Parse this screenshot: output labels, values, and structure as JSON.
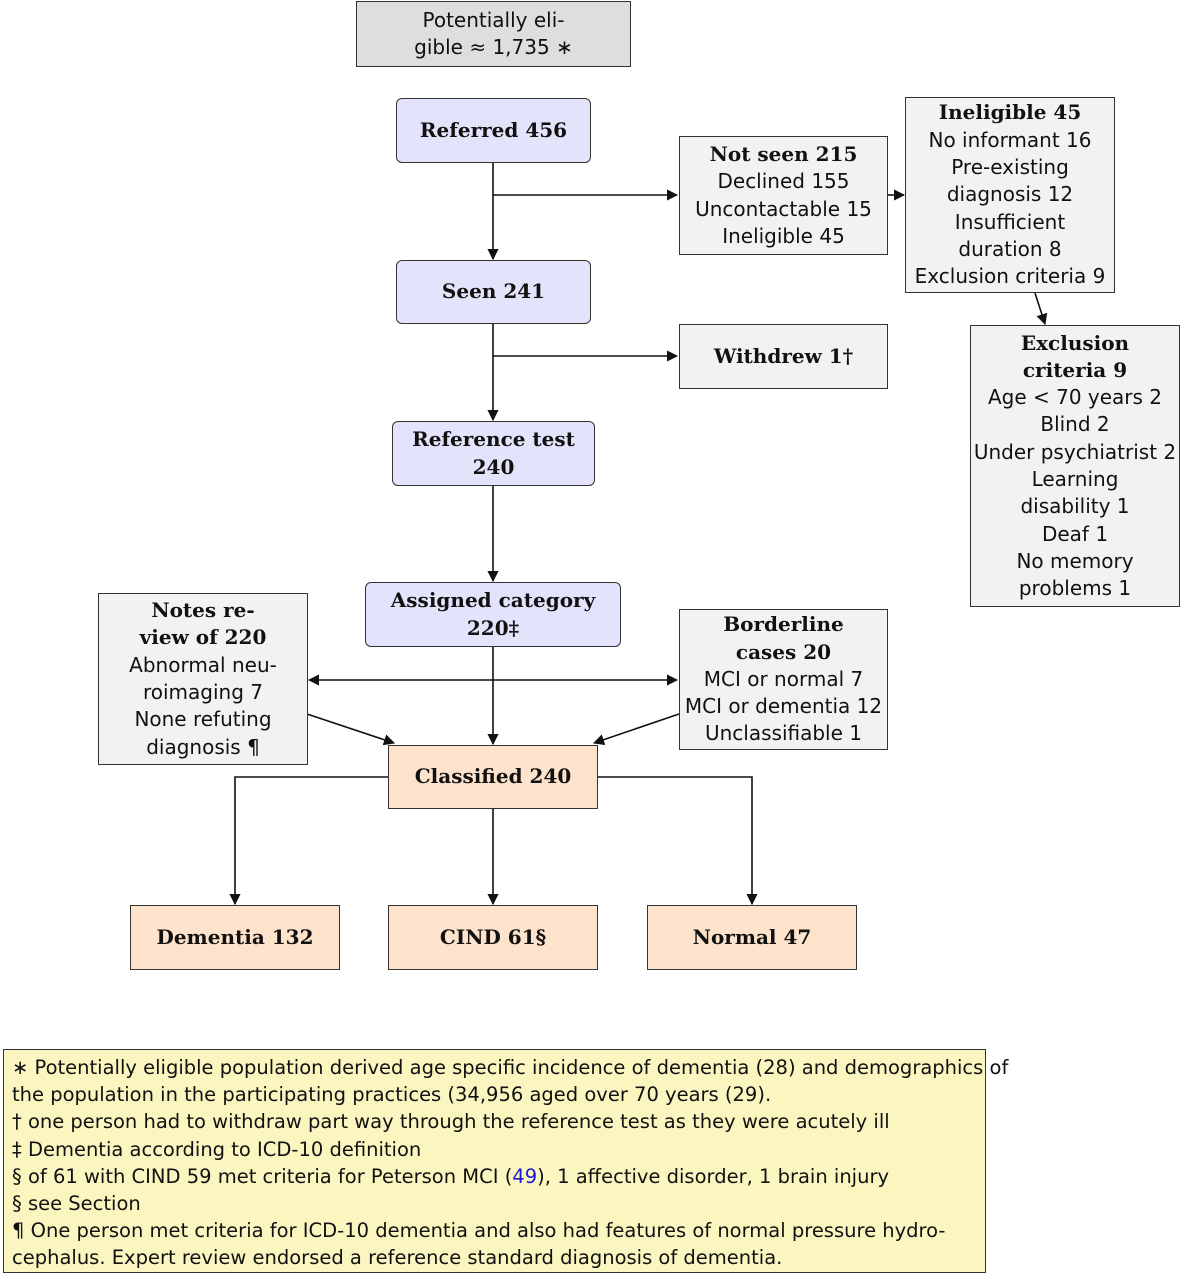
{
  "nodes": {
    "potentially_eligible": {
      "lines": [
        "Potentially eli-",
        "gible ≈ 1,735 ∗"
      ]
    },
    "referred": {
      "title": "Referred 456"
    },
    "not_seen": {
      "title": "Not seen 215",
      "lines": [
        "Declined 155",
        "Uncontactable 15",
        "Ineligible 45"
      ]
    },
    "ineligible": {
      "title": "Ineligible 45",
      "lines": [
        "No informant 16",
        "Pre-existing",
        "diagnosis 12",
        "Insufficient",
        "duration 8",
        "Exclusion criteria 9"
      ]
    },
    "exclusion": {
      "title_lines": [
        "Exclusion",
        "criteria 9"
      ],
      "lines": [
        "Age < 70 years 2",
        "Blind 2",
        "Under psychiatrist 2",
        "Learning",
        "disability 1",
        "Deaf 1",
        "No memory",
        "problems 1"
      ]
    },
    "seen": {
      "title": "Seen 241"
    },
    "withdrew": {
      "title": "Withdrew 1†"
    },
    "reference_test": {
      "title": "Reference test 240"
    },
    "assigned_category": {
      "title": "Assigned category 220‡"
    },
    "notes_review": {
      "title_lines": [
        "Notes re-",
        "view of 220"
      ],
      "lines": [
        "Abnormal neu-",
        "roimaging 7",
        "None refuting",
        "diagnosis ¶"
      ]
    },
    "borderline": {
      "title_lines": [
        "Borderline",
        "cases 20"
      ],
      "lines": [
        "MCI or normal 7",
        "MCI or dementia 12",
        "Unclassifiable 1"
      ]
    },
    "classified": {
      "title": "Classified 240"
    },
    "dementia": {
      "title": "Dementia 132"
    },
    "cind": {
      "title": "CIND 61§"
    },
    "normal": {
      "title": "Normal 47"
    }
  },
  "footnotes": {
    "line1": "∗ Potentially eligible population derived age specific incidence of dementia (28) and demographics of",
    "line2": "the population in the participating practices (34,956 aged over 70 years (29).",
    "line3": "† one person had to withdraw part way through the reference test as they were acutely ill",
    "line4": "‡ Dementia according to ICD-10 definition",
    "line5_pre": "§ of 61 with CIND 59 met criteria for Peterson MCI (",
    "line5_ref": "49",
    "line5_post": "), 1 affective disorder, 1 brain injury",
    "line6": "§ see Section",
    "line7": "¶ One person met criteria for ICD-10 dementia and also had features of normal pressure hydro-",
    "line8": "cephalus. Expert review endorsed a reference standard diagnosis of dementia."
  },
  "colors": {
    "blue_box": "#e3e3fb",
    "orange_box": "#fde3cb",
    "grey_box": "#f2f2f2",
    "legend_bg": "#fbf5c0",
    "link": "#1a1ad6"
  }
}
